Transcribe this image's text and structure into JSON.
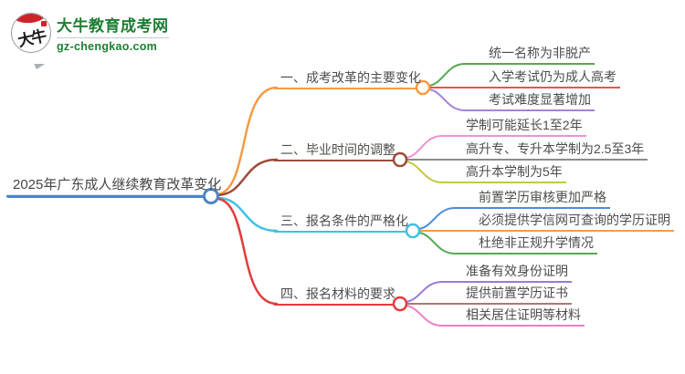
{
  "brand": {
    "site_name": "大牛教育成考网",
    "site_url": "gz-chengkao.com",
    "logo_text": "大牛",
    "green": "#1e7e34",
    "red": "#cc2329"
  },
  "mindmap": {
    "root": {
      "label": "2025年广东成人继续教育改革变化",
      "color": "#4a85c4"
    },
    "branches": [
      {
        "label": "一、成考改革的主要变化",
        "color": "#f59b45",
        "children": [
          {
            "label": "统一名称为非脱产",
            "color": "#55a954"
          },
          {
            "label": "入学考试仍为成人高考",
            "color": "#ef5150"
          },
          {
            "label": "考试难度显著增加",
            "color": "#a583d9"
          }
        ]
      },
      {
        "label": "二、毕业时间的调整",
        "color": "#9e4b3b",
        "children": [
          {
            "label": "学制可能延长1至2年",
            "color": "#f291d2"
          },
          {
            "label": "高升专、专升本学制为2.5至3年",
            "color": "#8c8c8c"
          },
          {
            "label": "高升本学制为5年",
            "color": "#c3c93e"
          }
        ]
      },
      {
        "label": "三、报名条件的严格化",
        "color": "#3fc1e3",
        "children": [
          {
            "label": "前置学历审核更加严格",
            "color": "#4a8fd3"
          },
          {
            "label": "必须提供学信网可查询的学历证明",
            "color": "#f59b45"
          },
          {
            "label": "杜绝非正规升学情况",
            "color": "#55a954"
          }
        ]
      },
      {
        "label": "四、报名材料的要求",
        "color": "#e23c3d",
        "children": [
          {
            "label": "准备有效身份证明",
            "color": "#9b7bd4"
          },
          {
            "label": "提供前置学历证书",
            "color": "#a87b70"
          },
          {
            "label": "相关居住证明等材料",
            "color": "#ee7fc4"
          }
        ]
      }
    ]
  }
}
